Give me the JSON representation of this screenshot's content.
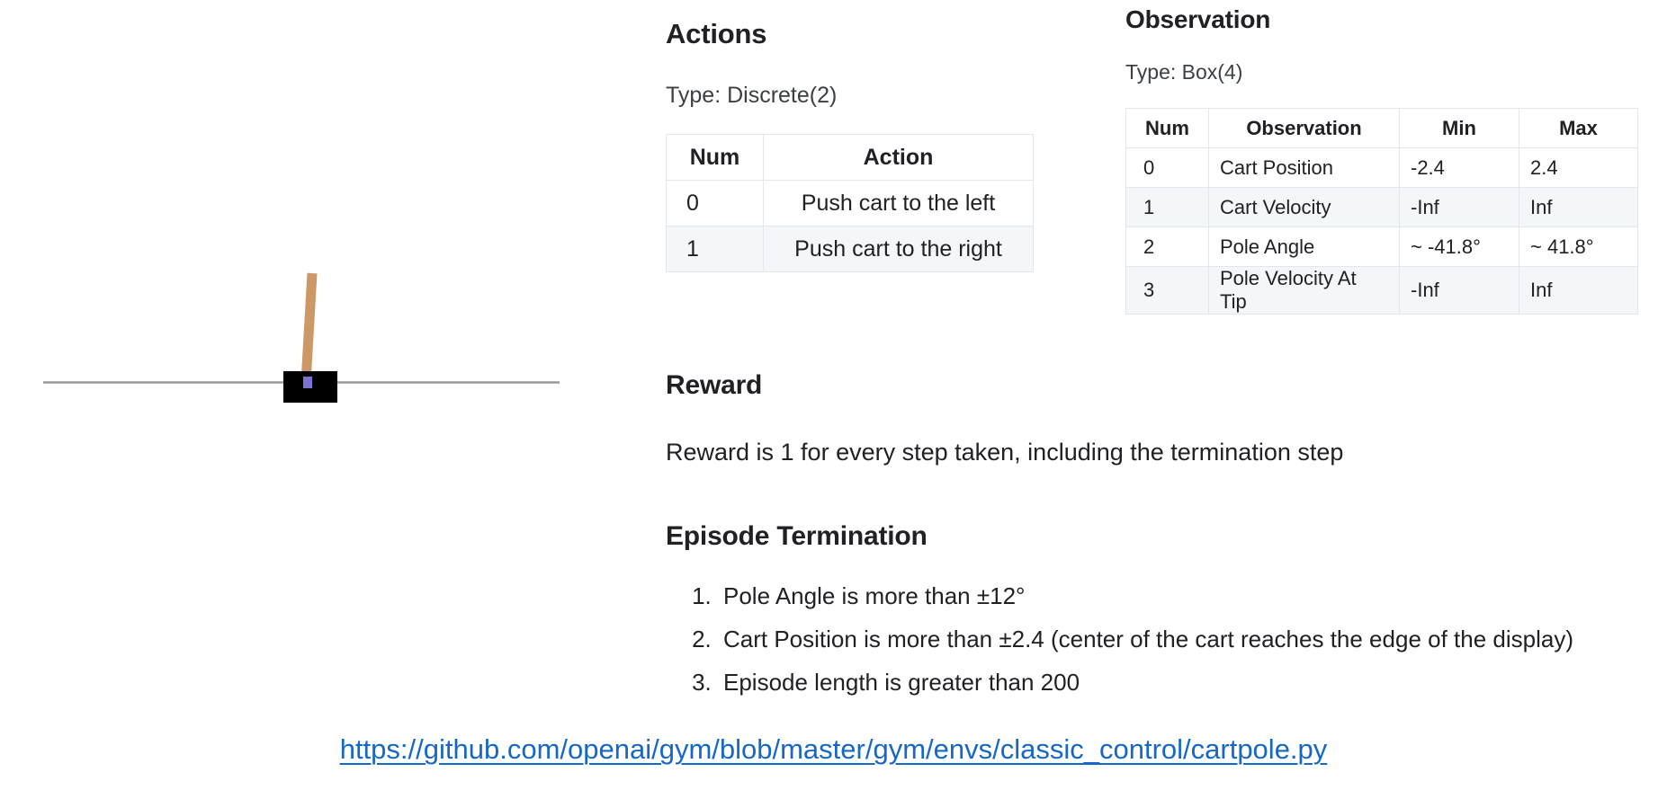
{
  "figure": {
    "name": "cartpole-environment-rendering",
    "track_color": "#9a9a9a",
    "cart_color": "#000000",
    "pole_color": "#cc9966",
    "axle_color": "#7a73d1"
  },
  "actions": {
    "heading": "Actions",
    "type_line": "Type: Discrete(2)",
    "columns": [
      "Num",
      "Action"
    ],
    "rows": [
      {
        "num": "0",
        "action": "Push cart to the left"
      },
      {
        "num": "1",
        "action": "Push cart to the right"
      }
    ]
  },
  "observation": {
    "heading": "Observation",
    "type_line": "Type: Box(4)",
    "columns": [
      "Num",
      "Observation",
      "Min",
      "Max"
    ],
    "rows": [
      {
        "num": "0",
        "observation": "Cart Position",
        "min": "-2.4",
        "max": "2.4"
      },
      {
        "num": "1",
        "observation": "Cart Velocity",
        "min": "-Inf",
        "max": "Inf"
      },
      {
        "num": "2",
        "observation": "Pole Angle",
        "min": "~ -41.8°",
        "max": "~ 41.8°"
      },
      {
        "num": "3",
        "observation": "Pole Velocity At Tip",
        "min": "-Inf",
        "max": "Inf"
      }
    ]
  },
  "reward": {
    "heading": "Reward",
    "text": "Reward is 1 for every step taken, including the termination step"
  },
  "termination": {
    "heading": "Episode Termination",
    "items": [
      "Pole Angle is more than ±12°",
      "Cart Position is more than ±2.4 (center of the cart reaches the edge of the display)",
      "Episode length is greater than 200"
    ]
  },
  "footer": {
    "link_text": "https://github.com/openai/gym/blob/master/gym/envs/classic_control/cartpole.py",
    "link_color": "#1668c8"
  }
}
